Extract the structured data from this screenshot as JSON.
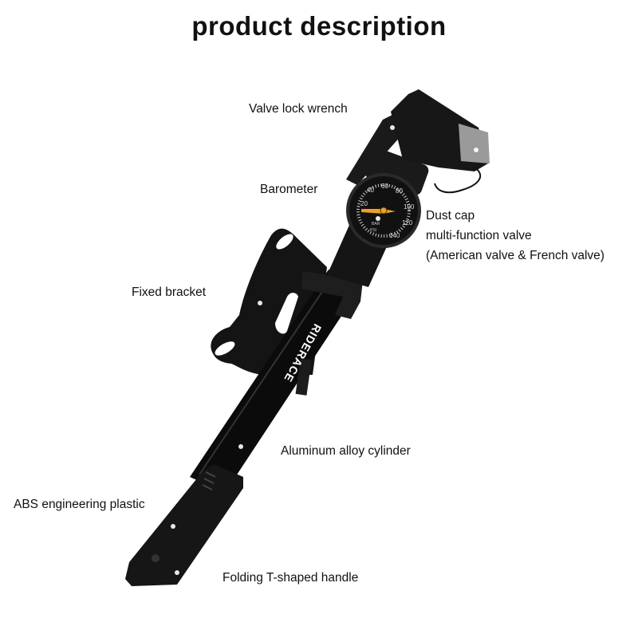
{
  "title": "product description",
  "labels": {
    "valve_lock_wrench": "Valve lock wrench",
    "barometer": "Barometer",
    "dust_cap": "Dust cap",
    "multi_valve": "multi-function valve",
    "valve_types": "(American valve & French valve)",
    "fixed_bracket": "Fixed bracket",
    "cylinder": "Aluminum alloy cylinder",
    "abs_plastic": "ABS engineering plastic",
    "handle": "Folding T-shaped handle"
  },
  "product": {
    "brand": "RIDERACE",
    "gauge_ticks": [
      "20",
      "40",
      "60",
      "80",
      "100",
      "120",
      "140"
    ],
    "gauge_units": [
      "BAR",
      "PSI"
    ]
  },
  "colors": {
    "pump_body": "#111111",
    "needle": "#f0a020",
    "dust_cap": "#9a9a9a"
  }
}
